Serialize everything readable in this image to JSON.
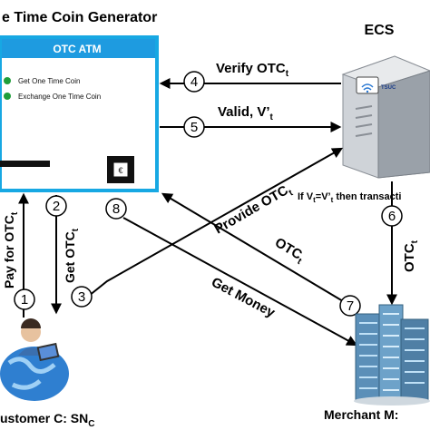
{
  "generator_title": "e Time Coin Generator",
  "atm": {
    "header": "OTC ATM",
    "menu": [
      "Get One Time Coin",
      "Exchange One Time Coin"
    ],
    "card_symbol": "€",
    "bullet_color": "#1f9e3a",
    "border_color": "#17a8e3",
    "header_color": "#1e9be0"
  },
  "ecs": {
    "title": "ECS",
    "badge": "TSUC",
    "note": "If V",
    "note_sub": "t",
    "note_mid": "=V’",
    "note_sub2": "t",
    "note_tail": " then transacti"
  },
  "steps": {
    "s1": {
      "num": "1",
      "label": "Pay for OTC",
      "sub": "t"
    },
    "s2": {
      "num": "2",
      "label": "Get OTC",
      "sub": "t"
    },
    "s3": {
      "num": "3",
      "label": "Provide OTC",
      "sub": "t"
    },
    "s4": {
      "num": "4",
      "label": "Verify  OTC",
      "sub": "t"
    },
    "s5": {
      "num": "5",
      "label": "Valid, V’",
      "sub": "t"
    },
    "s6": {
      "num": "6",
      "label": "OTC",
      "sub": "t"
    },
    "s7": {
      "num": "7",
      "label": "OTC",
      "sub": "t"
    },
    "s8": {
      "num": "8",
      "label": "Get Money"
    }
  },
  "customer": {
    "label": "ustomer C: SN",
    "sub": "C"
  },
  "merchant": {
    "label": "Merchant M: "
  }
}
